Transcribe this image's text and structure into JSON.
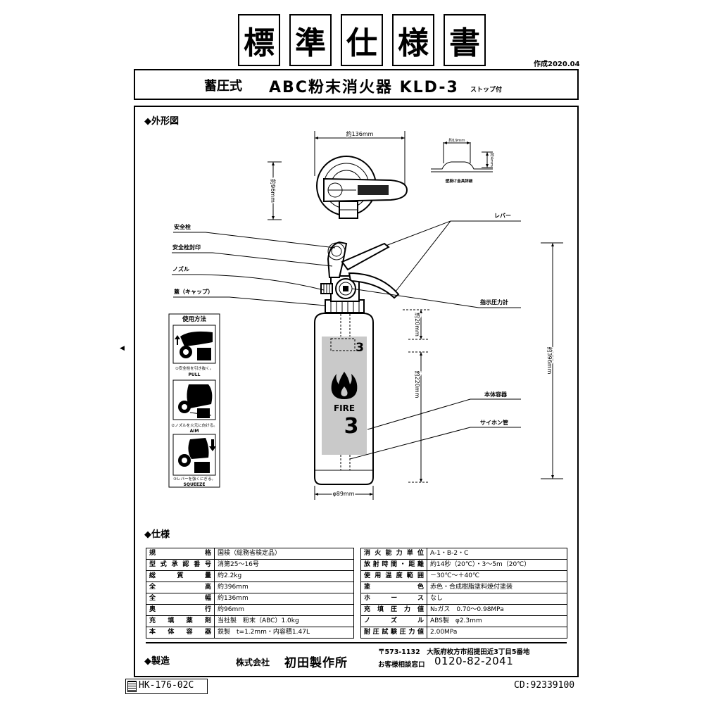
{
  "title": {
    "chars": [
      "標",
      "準",
      "仕",
      "様",
      "書"
    ]
  },
  "created": "作成2020.04",
  "header": {
    "type": "蓄圧式",
    "product": "ABC粉末消火器 KLD-3",
    "note": "ストップ付"
  },
  "sections": {
    "outline": "◆外形図",
    "specs": "◆仕様",
    "maker": "◆製造"
  },
  "drawing": {
    "dims": {
      "width": "約136mm",
      "depth": "約96mm",
      "height": "約396mm",
      "diameter": "φ89mm",
      "gauge_height": "約20mm",
      "label_height": "約220mm",
      "hook_width": "約19mm",
      "hook_depth": "約4mm"
    },
    "hook_caption": "壁掛け金具詳細",
    "parts": {
      "safety_pin": "安全栓",
      "pin_seal": "安全栓封印",
      "nozzle": "ノズル",
      "cap": "蓋（キャップ）",
      "lever": "レバー",
      "gauge": "指示圧力計",
      "body": "本体容器",
      "siphon": "サイホン管"
    },
    "label": {
      "small_number": "3",
      "fire": "FIRE",
      "big_number": "3"
    }
  },
  "usage": {
    "title": "使用方法",
    "steps": [
      {
        "caption": "①安全栓を引き抜く。",
        "word": "PULL"
      },
      {
        "caption": "②ノズルを火元に向ける。",
        "word": "AIM"
      },
      {
        "caption": "③レバーを強くにぎる。",
        "word": "SQUEEZE"
      }
    ]
  },
  "specs_left": [
    {
      "label": "規格",
      "value": "国検（総務省検定品）"
    },
    {
      "label": "型式承認番号",
      "value": "消第25～16号"
    },
    {
      "label": "総質量",
      "value": "約2.2kg"
    },
    {
      "label": "全高",
      "value": "約396mm"
    },
    {
      "label": "全幅",
      "value": "約136mm"
    },
    {
      "label": "奥行",
      "value": "約96mm"
    },
    {
      "label": "充填薬剤",
      "value": "当社製　粉末（ABC）1.0kg"
    },
    {
      "label": "本体容器",
      "value": "鉄製　t=1.2mm・内容積1.47L"
    }
  ],
  "specs_right": [
    {
      "label": "消火能力単位",
      "value": "A-1・B-2・C"
    },
    {
      "label": "放射時間・距離",
      "value": "約14秒（20℃）・3～5m（20℃）"
    },
    {
      "label": "使用温度範囲",
      "value": "－30℃～＋40℃"
    },
    {
      "label": "塗色",
      "value": "赤色・合成樹脂塗料焼付塗装"
    },
    {
      "label": "ホース",
      "value": "なし"
    },
    {
      "label": "充填圧力値",
      "value": "N₂ガス　0.70～0.98MPa"
    },
    {
      "label": "ノズル",
      "value": "ABS製　φ2.3mm"
    },
    {
      "label": "耐圧試験圧力値",
      "value": "2.00MPa"
    }
  ],
  "maker": {
    "company_type": "株式会社",
    "company": "初田製作所",
    "address": "〒573-1132　大阪府枚方市招提田近3丁目5番地",
    "support_label": "お客様相談窓口",
    "phone": "0120-82-2041"
  },
  "footer": {
    "drawing_number": "HK-176-02C",
    "cd": "CD:92339100"
  }
}
